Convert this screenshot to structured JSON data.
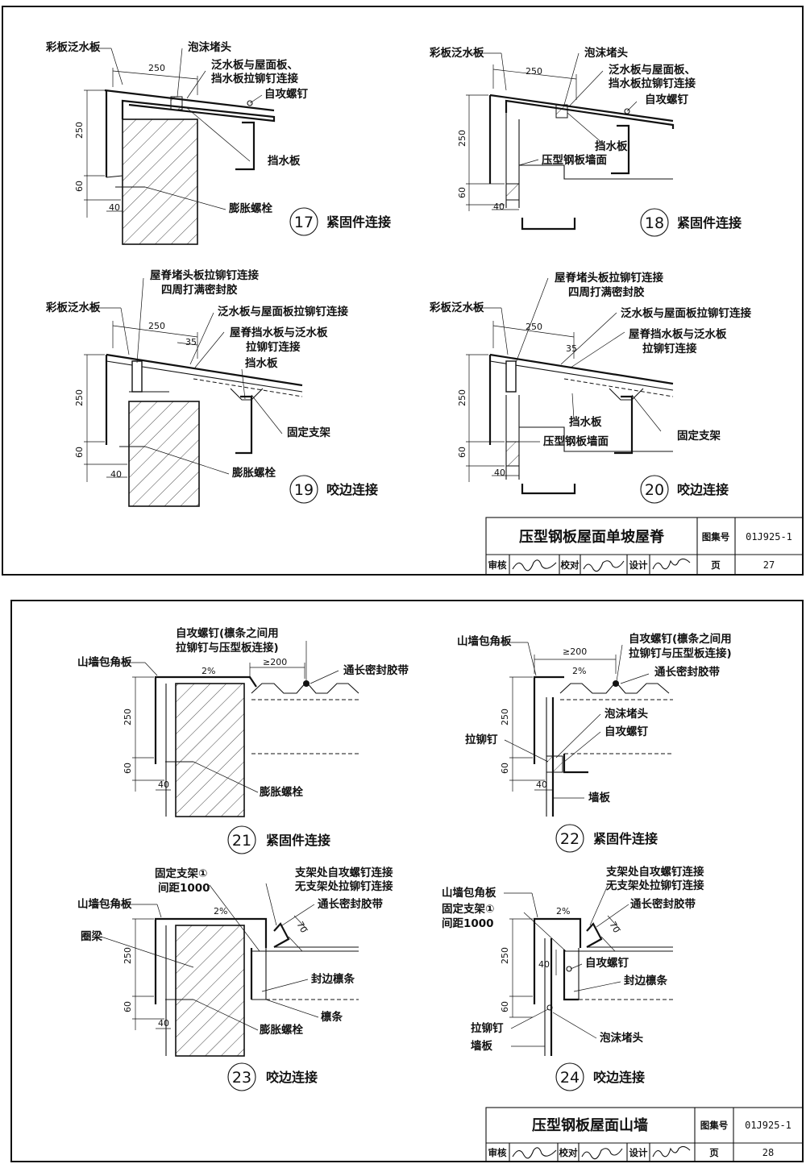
{
  "sheet_top": {
    "details": [
      {
        "id": "d17",
        "number": "17",
        "caption": "紧固件连接",
        "labels": {
          "flashing": "彩板泛水板",
          "foam_plug": "泡沫堵头",
          "rivet_note_1": "泛水板与屋面板、",
          "rivet_note_2": "挡水板拉铆钉连接",
          "screw": "自攻螺钉",
          "water_stop": "挡水板",
          "bolt": "膨胀螺栓"
        },
        "dims": {
          "d250": "250",
          "d250v": "250",
          "d60": "60",
          "d40": "40"
        }
      },
      {
        "id": "d18",
        "number": "18",
        "caption": "紧固件连接",
        "labels": {
          "flashing": "彩板泛水板",
          "foam_plug": "泡沫堵头",
          "rivet_note_1": "泛水板与屋面板、",
          "rivet_note_2": "挡水板拉铆钉连接",
          "screw": "自攻螺钉",
          "water_stop": "挡水板",
          "wall": "压型钢板墙面"
        },
        "dims": {
          "d250": "250",
          "d250v": "250",
          "d60": "60",
          "d40": "40"
        }
      },
      {
        "id": "d19",
        "number": "19",
        "caption": "咬边连接",
        "labels": {
          "flashing": "彩板泛水板",
          "ridge_1": "屋脊堵头板拉铆钉连接",
          "ridge_2": "四周打满密封胶",
          "rivet": "泛水板与屋面板拉铆钉连接",
          "ridge_flash_1": "屋脊挡水板与泛水板",
          "ridge_flash_2": "拉铆钉连接",
          "water_stop": "挡水板",
          "bracket": "固定支架",
          "bolt": "膨胀螺栓"
        },
        "dims": {
          "d250": "250",
          "d35": "35",
          "d250v": "250",
          "d60": "60",
          "d40": "40"
        }
      },
      {
        "id": "d20",
        "number": "20",
        "caption": "咬边连接",
        "labels": {
          "flashing": "彩板泛水板",
          "ridge_1": "屋脊堵头板拉铆钉连接",
          "ridge_2": "四周打满密封胶",
          "rivet": "泛水板与屋面板拉铆钉连接",
          "ridge_flash_1": "屋脊挡水板与泛水板",
          "ridge_flash_2": "拉铆钉连接",
          "water_stop": "挡水板",
          "wall": "压型钢板墙面",
          "bracket": "固定支架"
        },
        "dims": {
          "d250": "250",
          "d35": "35",
          "d250v": "250",
          "d60": "60",
          "d40": "40"
        }
      }
    ],
    "title_block": {
      "title": "压型钢板屋面单坡屋脊",
      "atlas_label": "图集号",
      "atlas_no": "01J925-1",
      "review": "审核",
      "check": "校对",
      "design": "设计",
      "page_label": "页",
      "page": "27"
    }
  },
  "sheet_bottom": {
    "details": [
      {
        "id": "d21",
        "number": "21",
        "caption": "紧固件连接",
        "labels": {
          "screw_1": "自攻螺钉(檩条之间用",
          "screw_2": "拉铆钉与压型板连接)",
          "corner": "山墙包角板",
          "slope": "2%",
          "d200": "≥200",
          "seal": "通长密封胶带",
          "bolt": "膨胀螺栓"
        },
        "dims": {
          "d250": "250",
          "d60": "60",
          "d40": "40"
        }
      },
      {
        "id": "d22",
        "number": "22",
        "caption": "紧固件连接",
        "labels": {
          "corner": "山墙包角板",
          "d200": "≥200",
          "screw_1": "自攻螺钉(檩条之间用",
          "screw_2": "拉铆钉与压型板连接)",
          "slope": "2%",
          "seal": "通长密封胶带",
          "foam": "泡沫堵头",
          "screw": "自攻螺钉",
          "rivet": "拉铆钉",
          "wall": "墙板"
        },
        "dims": {
          "d250": "250",
          "d60": "60",
          "d40": "40"
        }
      },
      {
        "id": "d23",
        "number": "23",
        "caption": "咬边连接",
        "labels": {
          "bracket_1": "固定支架①",
          "bracket_2": "间距1000",
          "corner": "山墙包角板",
          "slope": "2%",
          "support_1": "支架处自攻螺钉连接",
          "support_2": "无支架处拉铆钉连接",
          "seal": "通长密封胶带",
          "beam": "圈梁",
          "edge_purlin": "封边檩条",
          "purlin": "檩条",
          "bolt": "膨胀螺栓"
        },
        "dims": {
          "d70": "70",
          "d250": "250",
          "d60": "60",
          "d40": "40"
        }
      },
      {
        "id": "d24",
        "number": "24",
        "caption": "咬边连接",
        "labels": {
          "corner": "山墙包角板",
          "bracket_1": "固定支架①",
          "bracket_2": "间距1000",
          "slope": "2%",
          "support_1": "支架处自攻螺钉连接",
          "support_2": "无支架处拉铆钉连接",
          "seal": "通长密封胶带",
          "screw": "自攻螺钉",
          "edge_purlin": "封边檩条",
          "rivet": "拉铆钉",
          "wall": "墙板",
          "foam": "泡沫堵头"
        },
        "dims": {
          "d70": "70",
          "d250": "250",
          "d40": "40",
          "d60": "60"
        }
      }
    ],
    "title_block": {
      "title": "压型钢板屋面山墙",
      "atlas_label": "图集号",
      "atlas_no": "01J925-1",
      "review": "审核",
      "check": "校对",
      "design": "设计",
      "page_label": "页",
      "page": "28"
    }
  }
}
